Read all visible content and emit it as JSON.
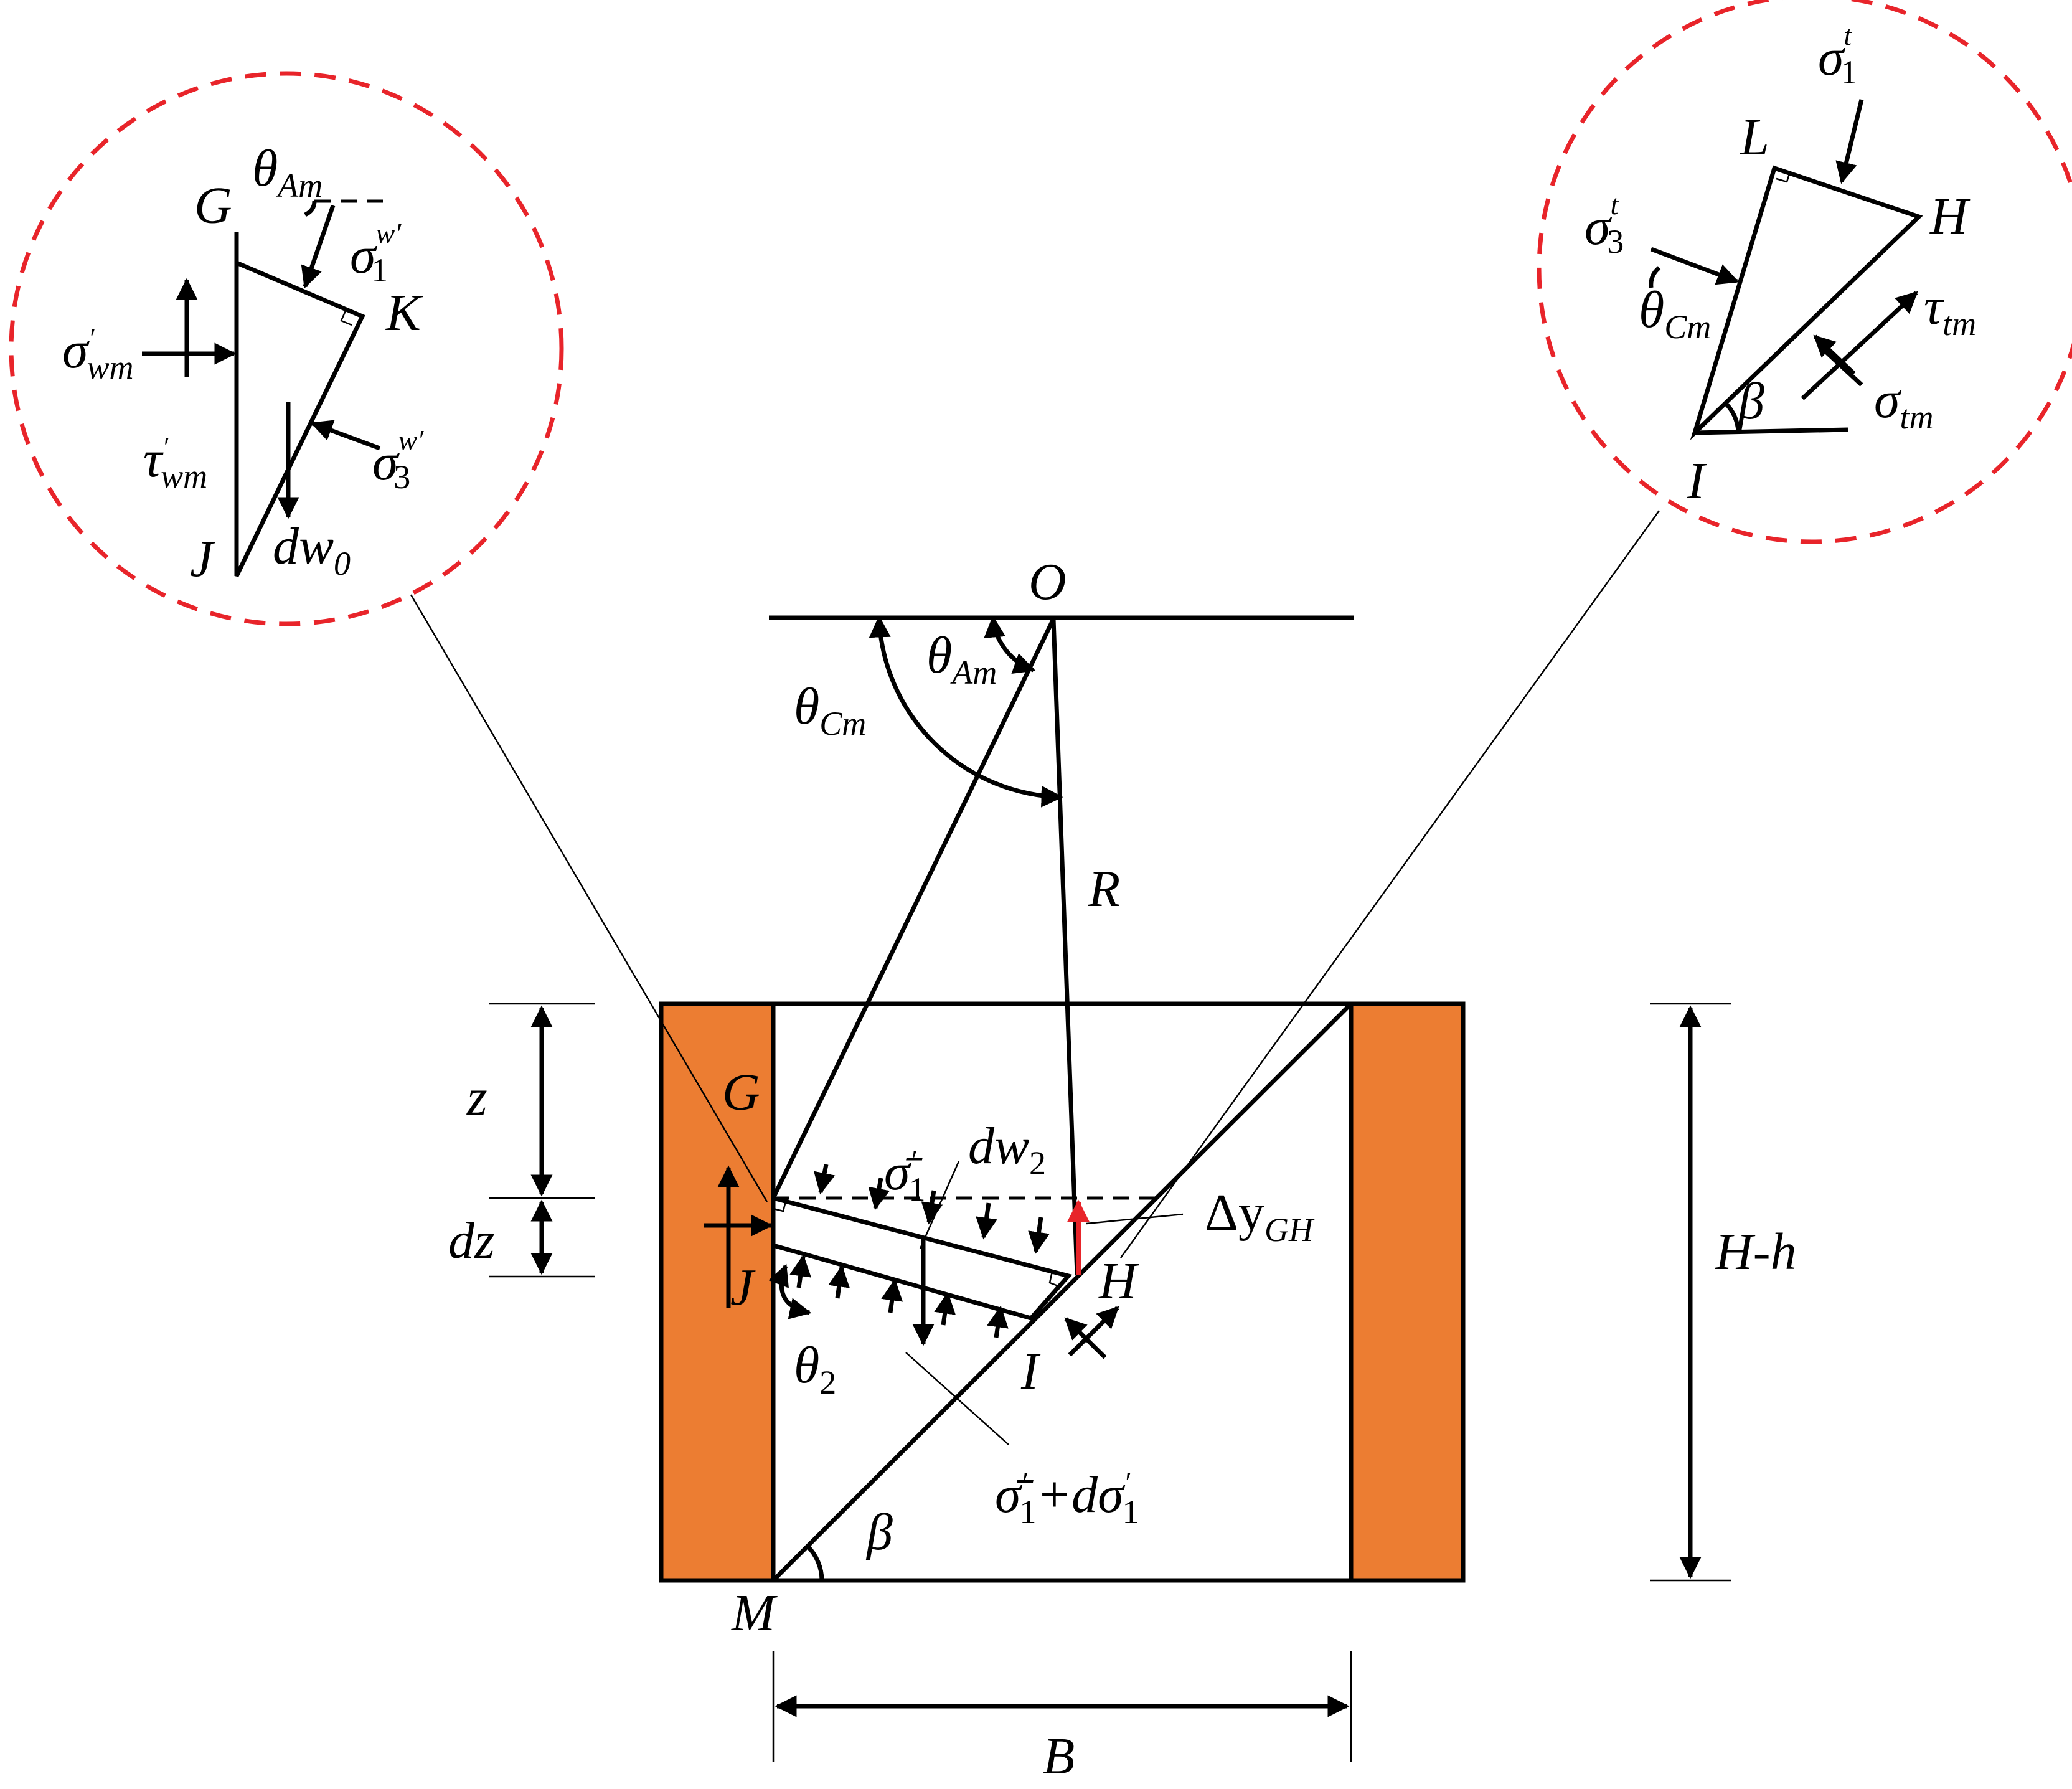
{
  "colors": {
    "wall": "#ec7d32",
    "circle": "#e8242a",
    "highlight": "#e8242a",
    "line": "#000000"
  },
  "main": {
    "O": "O",
    "R": "R",
    "theta_Cm": {
      "base": "θ",
      "sub": "Cm"
    },
    "theta_Am": {
      "base": "θ",
      "sub": "Am"
    },
    "G": "G",
    "J": "J",
    "H": "H",
    "I": "I",
    "M": "M",
    "beta": "β",
    "theta_2": {
      "base": "θ",
      "sub": "2"
    },
    "z": "z",
    "dz": "dz",
    "B": "B",
    "H_minus_h": "H-h",
    "dw_2": {
      "base": "dw",
      "sub": "2"
    },
    "delta_y_GH": {
      "base": "Δy",
      "sub": "GH"
    },
    "sigma_bar_1": {
      "base": "σ̄",
      "prime": "′",
      "sub": "1"
    },
    "sigma_bar_1_plus_d": {
      "base": "σ̄",
      "prime": "′",
      "sub": "1",
      "rest": "+dσ",
      "prime2": "′",
      "sub2": "1"
    }
  },
  "left_inset": {
    "G": "G",
    "K": "K",
    "J": "J",
    "theta_Am": {
      "base": "θ",
      "sub": "Am"
    },
    "sigma_1_w": {
      "base": "σ",
      "sub": "1",
      "sup": "w′"
    },
    "sigma_3_w": {
      "base": "σ",
      "sub": "3",
      "sup": "w′"
    },
    "sigma_wm": {
      "base": "σ",
      "prime": "′",
      "sub": "wm"
    },
    "tau_wm": {
      "base": "τ",
      "prime": "′",
      "sub": "wm"
    },
    "dw_0": {
      "base": "dw",
      "sub": "0"
    }
  },
  "right_inset": {
    "L": "L",
    "H": "H",
    "I": "I",
    "beta": "β",
    "sigma_1_t": {
      "base": "σ",
      "sub": "1",
      "sup": "t"
    },
    "sigma_3_t": {
      "base": "σ",
      "sub": "3",
      "sup": "t"
    },
    "theta_Cm": {
      "base": "θ",
      "sub": "Cm"
    },
    "tau_tm": {
      "base": "τ",
      "sub": "tm"
    },
    "sigma_tm": {
      "base": "σ",
      "sub": "tm"
    }
  }
}
